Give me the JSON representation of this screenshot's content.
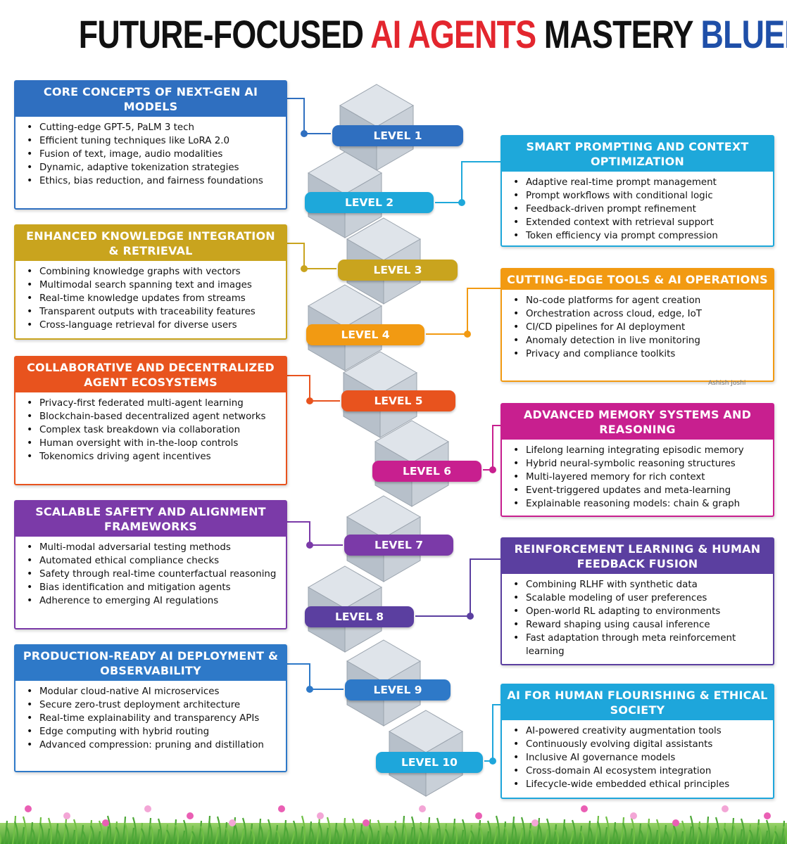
{
  "title": {
    "part1": "FUTURE-FOCUSED ",
    "part2": "AI AGENTS",
    "part3": " MASTERY ",
    "part4": "BLUEPRINT",
    "colors": {
      "part1": "#111111",
      "part2": "#e3262e",
      "part3": "#111111",
      "part4": "#1f4fa8"
    }
  },
  "levels": [
    "LEVEL 1",
    "LEVEL 2",
    "LEVEL 3",
    "LEVEL 4",
    "LEVEL 5",
    "LEVEL 6",
    "LEVEL 7",
    "LEVEL 8",
    "LEVEL 9",
    "LEVEL 10"
  ],
  "level_colors": [
    "#2f6fc0",
    "#1ea8da",
    "#c9a41e",
    "#f29a12",
    "#e8531e",
    "#c81f8f",
    "#7b3aa8",
    "#5b3fa0",
    "#2e79c8",
    "#1ea6db"
  ],
  "boxes": [
    {
      "title": "CORE CONCEPTS OF NEXT-GEN AI MODELS",
      "color": "#2f6fc0",
      "items": [
        "Cutting-edge GPT-5, PaLM 3 tech",
        "Efficient tuning techniques like LoRA 2.0",
        "Fusion of text, image, audio modalities",
        "Dynamic, adaptive tokenization strategies",
        "Ethics, bias reduction, and fairness foundations"
      ]
    },
    {
      "title": "SMART PROMPTING AND CONTEXT OPTIMIZATION",
      "color": "#1ea8da",
      "items": [
        "Adaptive real-time prompt management",
        "Prompt workflows with conditional logic",
        "Feedback-driven prompt refinement",
        "Extended context with retrieval support",
        "Token efficiency via prompt compression"
      ]
    },
    {
      "title": "ENHANCED KNOWLEDGE INTEGRATION & RETRIEVAL",
      "color": "#c9a41e",
      "items": [
        "Combining knowledge graphs with vectors",
        "Multimodal search spanning text and images",
        "Real-time knowledge updates from streams",
        "Transparent outputs with traceability features",
        "Cross-language retrieval for diverse users"
      ]
    },
    {
      "title": "CUTTING-EDGE TOOLS & AI OPERATIONS",
      "color": "#f29a12",
      "items": [
        "No-code platforms for agent creation",
        "Orchestration across cloud, edge, IoT",
        "CI/CD pipelines for AI deployment",
        "Anomaly detection in live monitoring",
        "Privacy and compliance toolkits"
      ]
    },
    {
      "title": "COLLABORATIVE AND DECENTRALIZED AGENT ECOSYSTEMS",
      "color": "#e8531e",
      "items": [
        "Privacy-first federated multi-agent learning",
        "Blockchain-based decentralized agent networks",
        "Complex task breakdown via collaboration",
        "Human oversight with in-the-loop controls",
        "Tokenomics driving agent incentives"
      ]
    },
    {
      "title": "ADVANCED MEMORY SYSTEMS AND REASONING",
      "color": "#c81f8f",
      "items": [
        "Lifelong learning integrating episodic memory",
        "Hybrid neural-symbolic reasoning structures",
        "Multi-layered memory for rich context",
        "Event-triggered updates and meta-learning",
        "Explainable reasoning models: chain & graph"
      ]
    },
    {
      "title": "SCALABLE SAFETY AND ALIGNMENT FRAMEWORKS",
      "color": "#7b3aa8",
      "items": [
        "Multi-modal adversarial testing methods",
        "Automated ethical compliance checks",
        "Safety through real-time counterfactual reasoning",
        "Bias identification and mitigation agents",
        "Adherence to emerging AI regulations"
      ]
    },
    {
      "title": "REINFORCEMENT LEARNING & HUMAN FEEDBACK FUSION",
      "color": "#5b3fa0",
      "items": [
        "Combining RLHF with synthetic data",
        "Scalable modeling of user preferences",
        "Open-world RL adapting to environments",
        "Reward shaping using causal inference",
        "Fast adaptation through meta reinforcement learning"
      ]
    },
    {
      "title": "PRODUCTION-READY AI DEPLOYMENT & OBSERVABILITY",
      "color": "#2e79c8",
      "items": [
        "Modular cloud-native AI microservices",
        "Secure zero-trust deployment architecture",
        "Real-time explainability and transparency APIs",
        "Edge computing with hybrid routing",
        "Advanced compression: pruning and distillation"
      ]
    },
    {
      "title": "AI FOR HUMAN FLOURISHING & ETHICAL SOCIETY",
      "color": "#1ea6db",
      "items": [
        "AI-powered creativity augmentation tools",
        "Continuously evolving digital assistants",
        "Inclusive AI governance models",
        "Cross-domain AI ecosystem integration",
        "Lifecycle-wide embedded ethical principles"
      ]
    }
  ],
  "signature": "Ashish Joshi"
}
